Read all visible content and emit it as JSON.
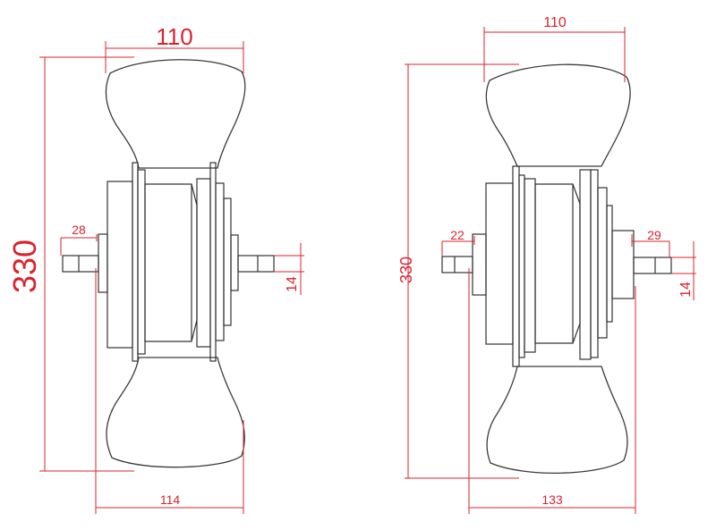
{
  "colors": {
    "dimension": "#d9232e",
    "outline": "#333333",
    "background": "#ffffff"
  },
  "left_view": {
    "width_label": "110",
    "height_label": "330",
    "axle_length_label": "28",
    "axle_diameter_label": "14",
    "overall_width_label": "114"
  },
  "right_view": {
    "width_label": "110",
    "height_label": "330",
    "axle_length_left_label": "22",
    "axle_length_right_label": "29",
    "axle_diameter_label": "14",
    "overall_width_label": "133"
  }
}
